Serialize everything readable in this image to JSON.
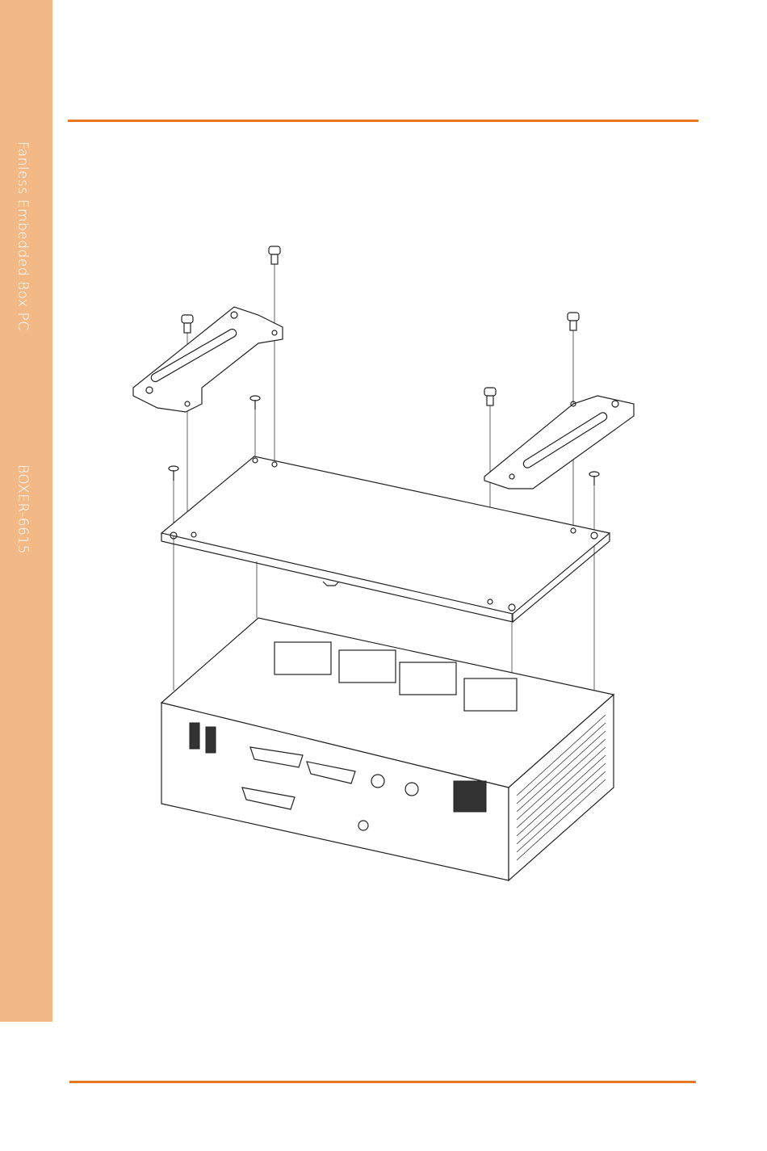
{
  "sidebar": {
    "title": "Fanless Embedded Box PC",
    "model": "BOXER-6615"
  },
  "colors": {
    "sidebar": "#f2b987",
    "rule": "#e87722",
    "sidebar_text": "#ffffff"
  },
  "figure": {
    "icon": "exploded-assembly-drawing"
  }
}
